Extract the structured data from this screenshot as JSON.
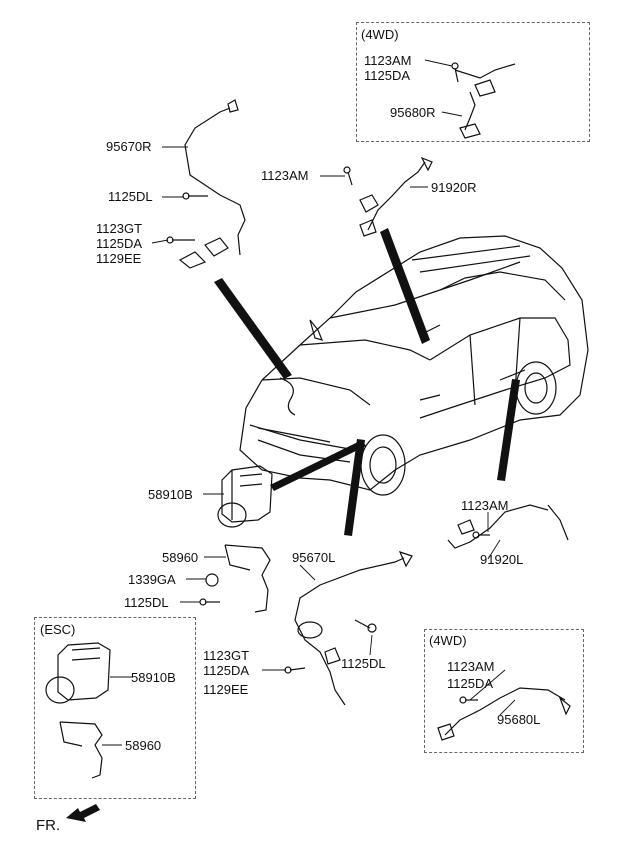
{
  "labels": {
    "4wd_top": "(4WD)",
    "p1123am_a": "1123AM",
    "p1125da_a": "1125DA",
    "p95680r": "95680R",
    "p95670r": "95670R",
    "p1125dl_a": "1125DL",
    "p1123gt_a": "1123GT",
    "p1125da_b": "1125DA",
    "p1129ee_a": "1129EE",
    "p1123am_b": "1123AM",
    "p91920r": "91920R",
    "p58910b_a": "58910B",
    "p1123am_c": "1123AM",
    "p91920l": "91920L",
    "p58960_a": "58960",
    "p1339ga": "1339GA",
    "p1125dl_b": "1125DL",
    "p95670l": "95670L",
    "p1123gt_b": "1123GT",
    "p1125da_c": "1125DA",
    "p1129ee_b": "1129EE",
    "p1125dl_c": "1125DL",
    "esc": "(ESC)",
    "p58910b_b": "58910B",
    "p58960_b": "58960",
    "4wd_bottom": "(4WD)",
    "p1123am_d": "1123AM",
    "p1125da_d": "1125DA",
    "p95680l": "95680L",
    "front": "FR."
  },
  "colors": {
    "line": "#111111",
    "box_border": "#666666"
  }
}
